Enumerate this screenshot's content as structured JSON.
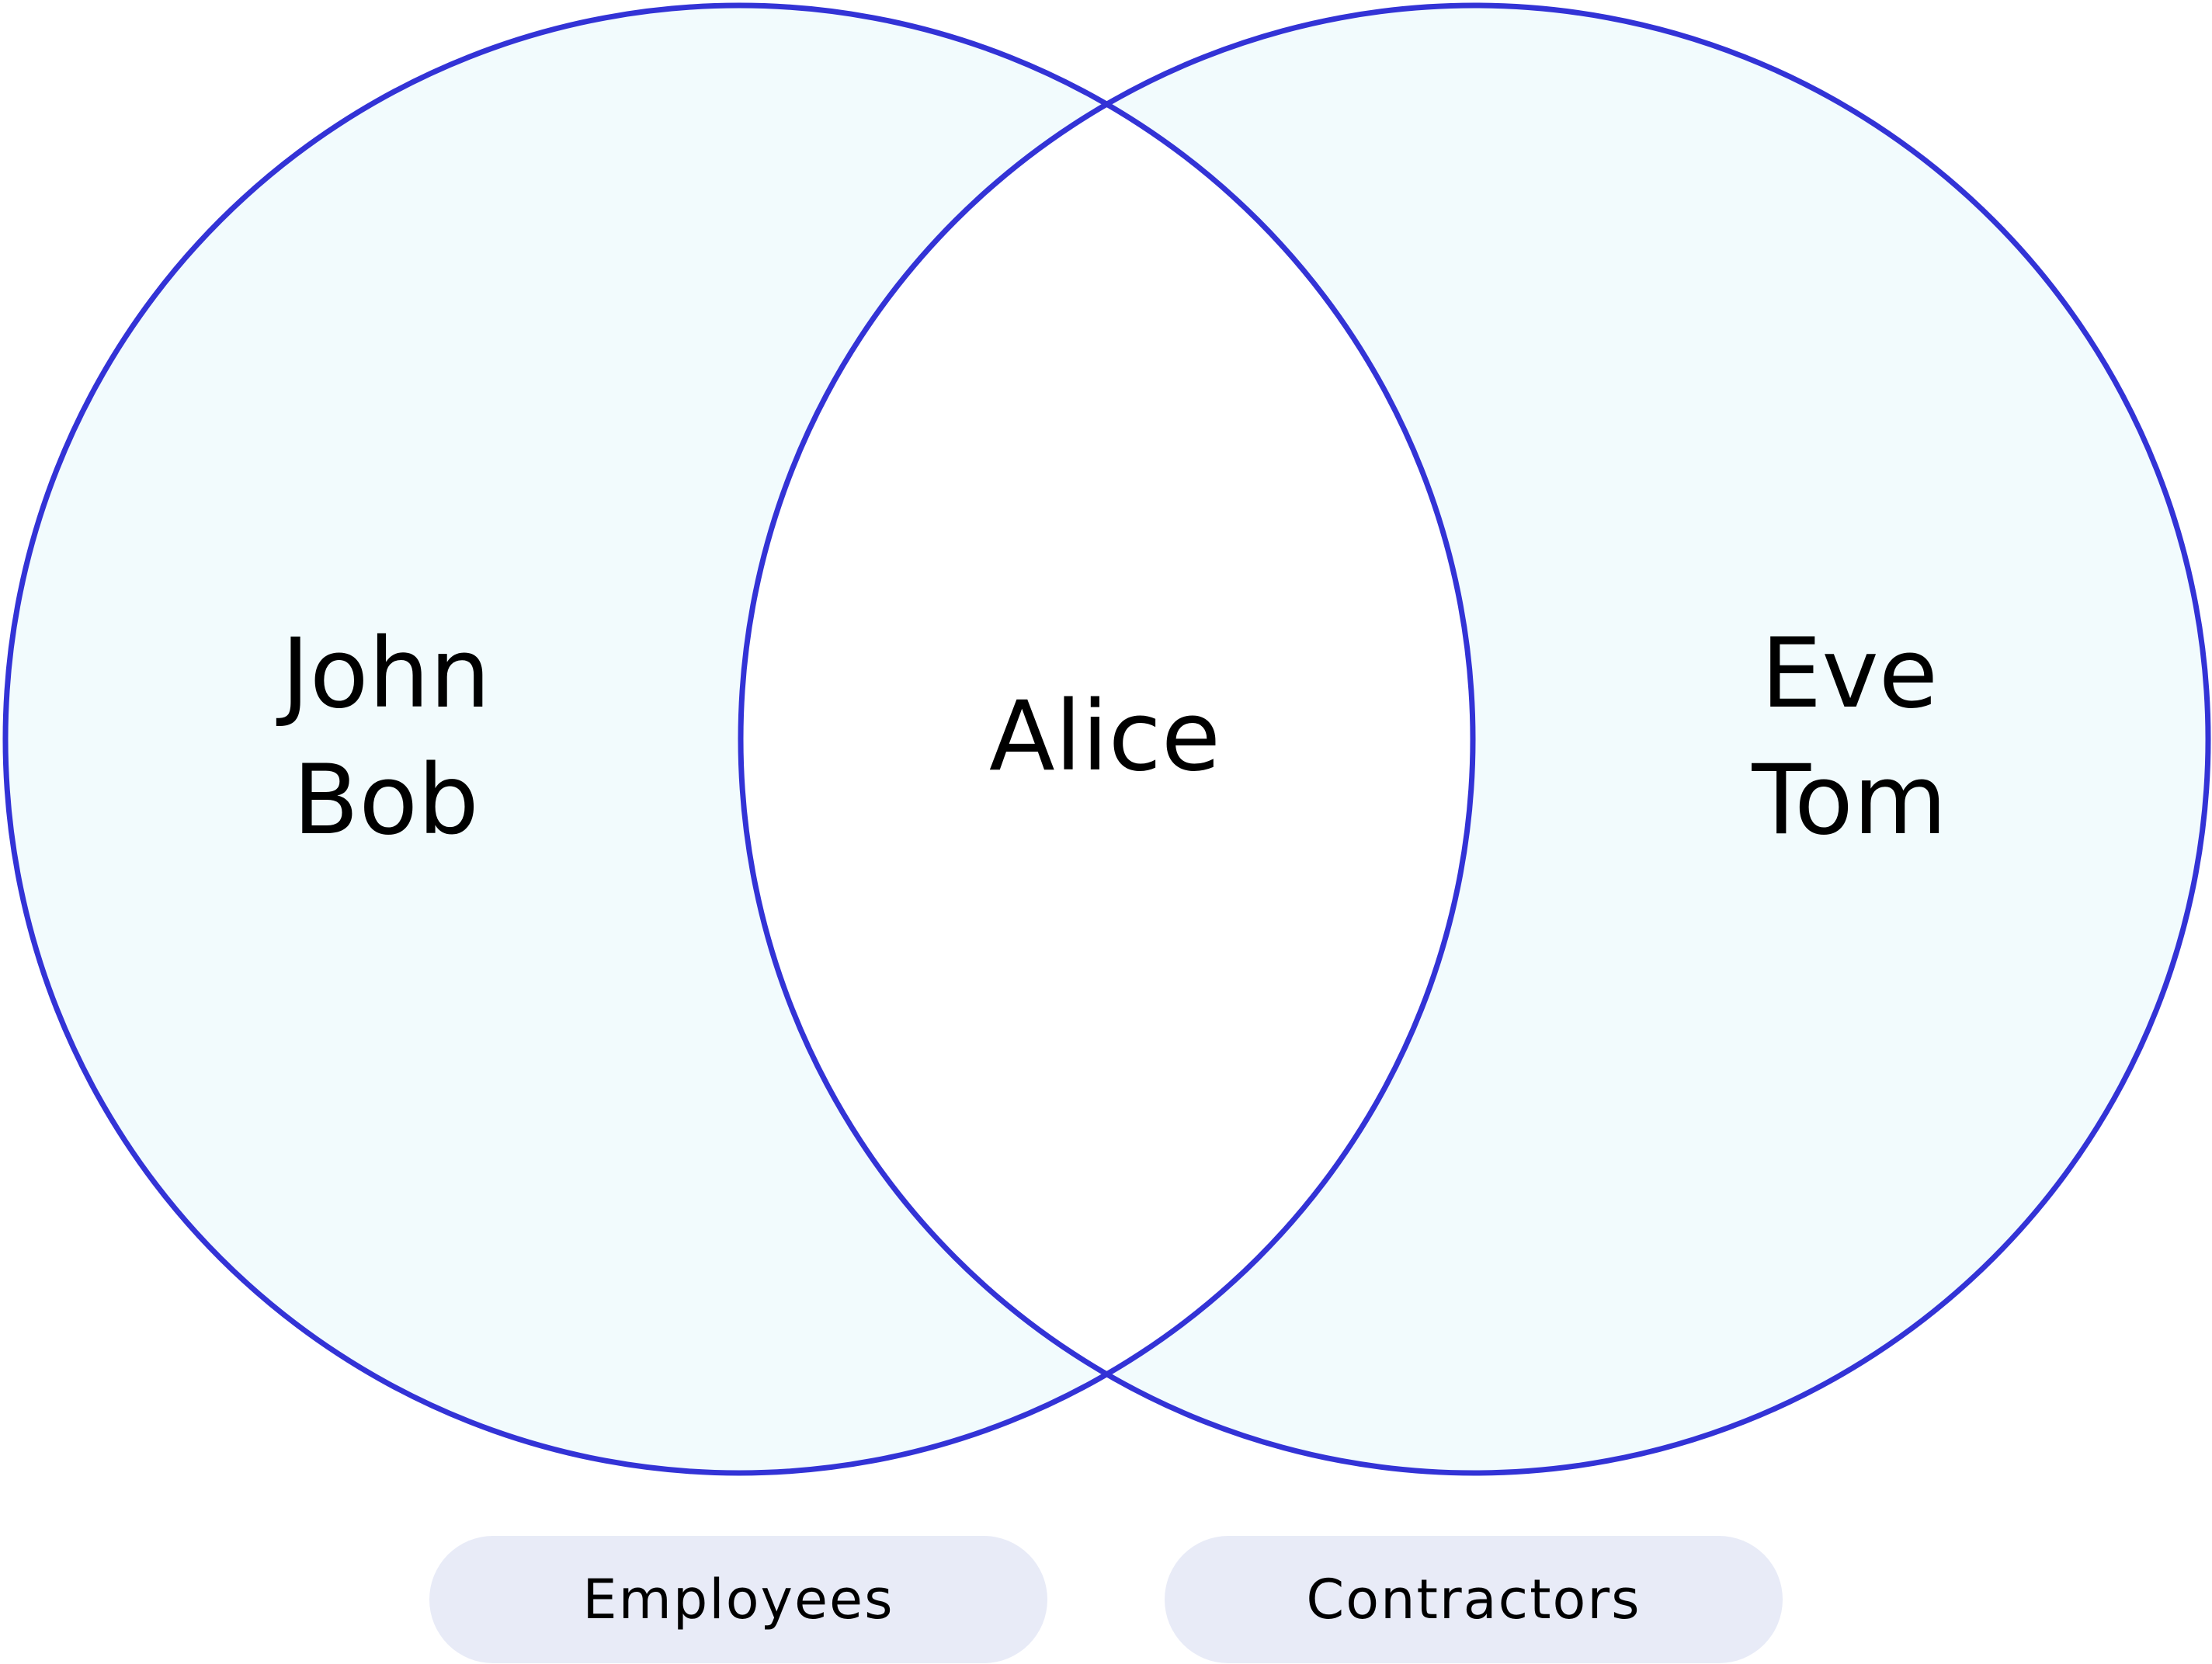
{
  "diagram": {
    "type": "venn",
    "colors": {
      "outline": "#3333d6",
      "fill": "#f2fbfd",
      "intersection_fill": "#ffffff",
      "pill_background": "#e8ebf7",
      "text": "#000000"
    },
    "sets": [
      {
        "name": "Employees",
        "only_members": [
          "John",
          "Bob"
        ]
      },
      {
        "name": "Contractors",
        "only_members": [
          "Eve",
          "Tom"
        ]
      }
    ],
    "intersection_members": [
      "Alice"
    ]
  }
}
